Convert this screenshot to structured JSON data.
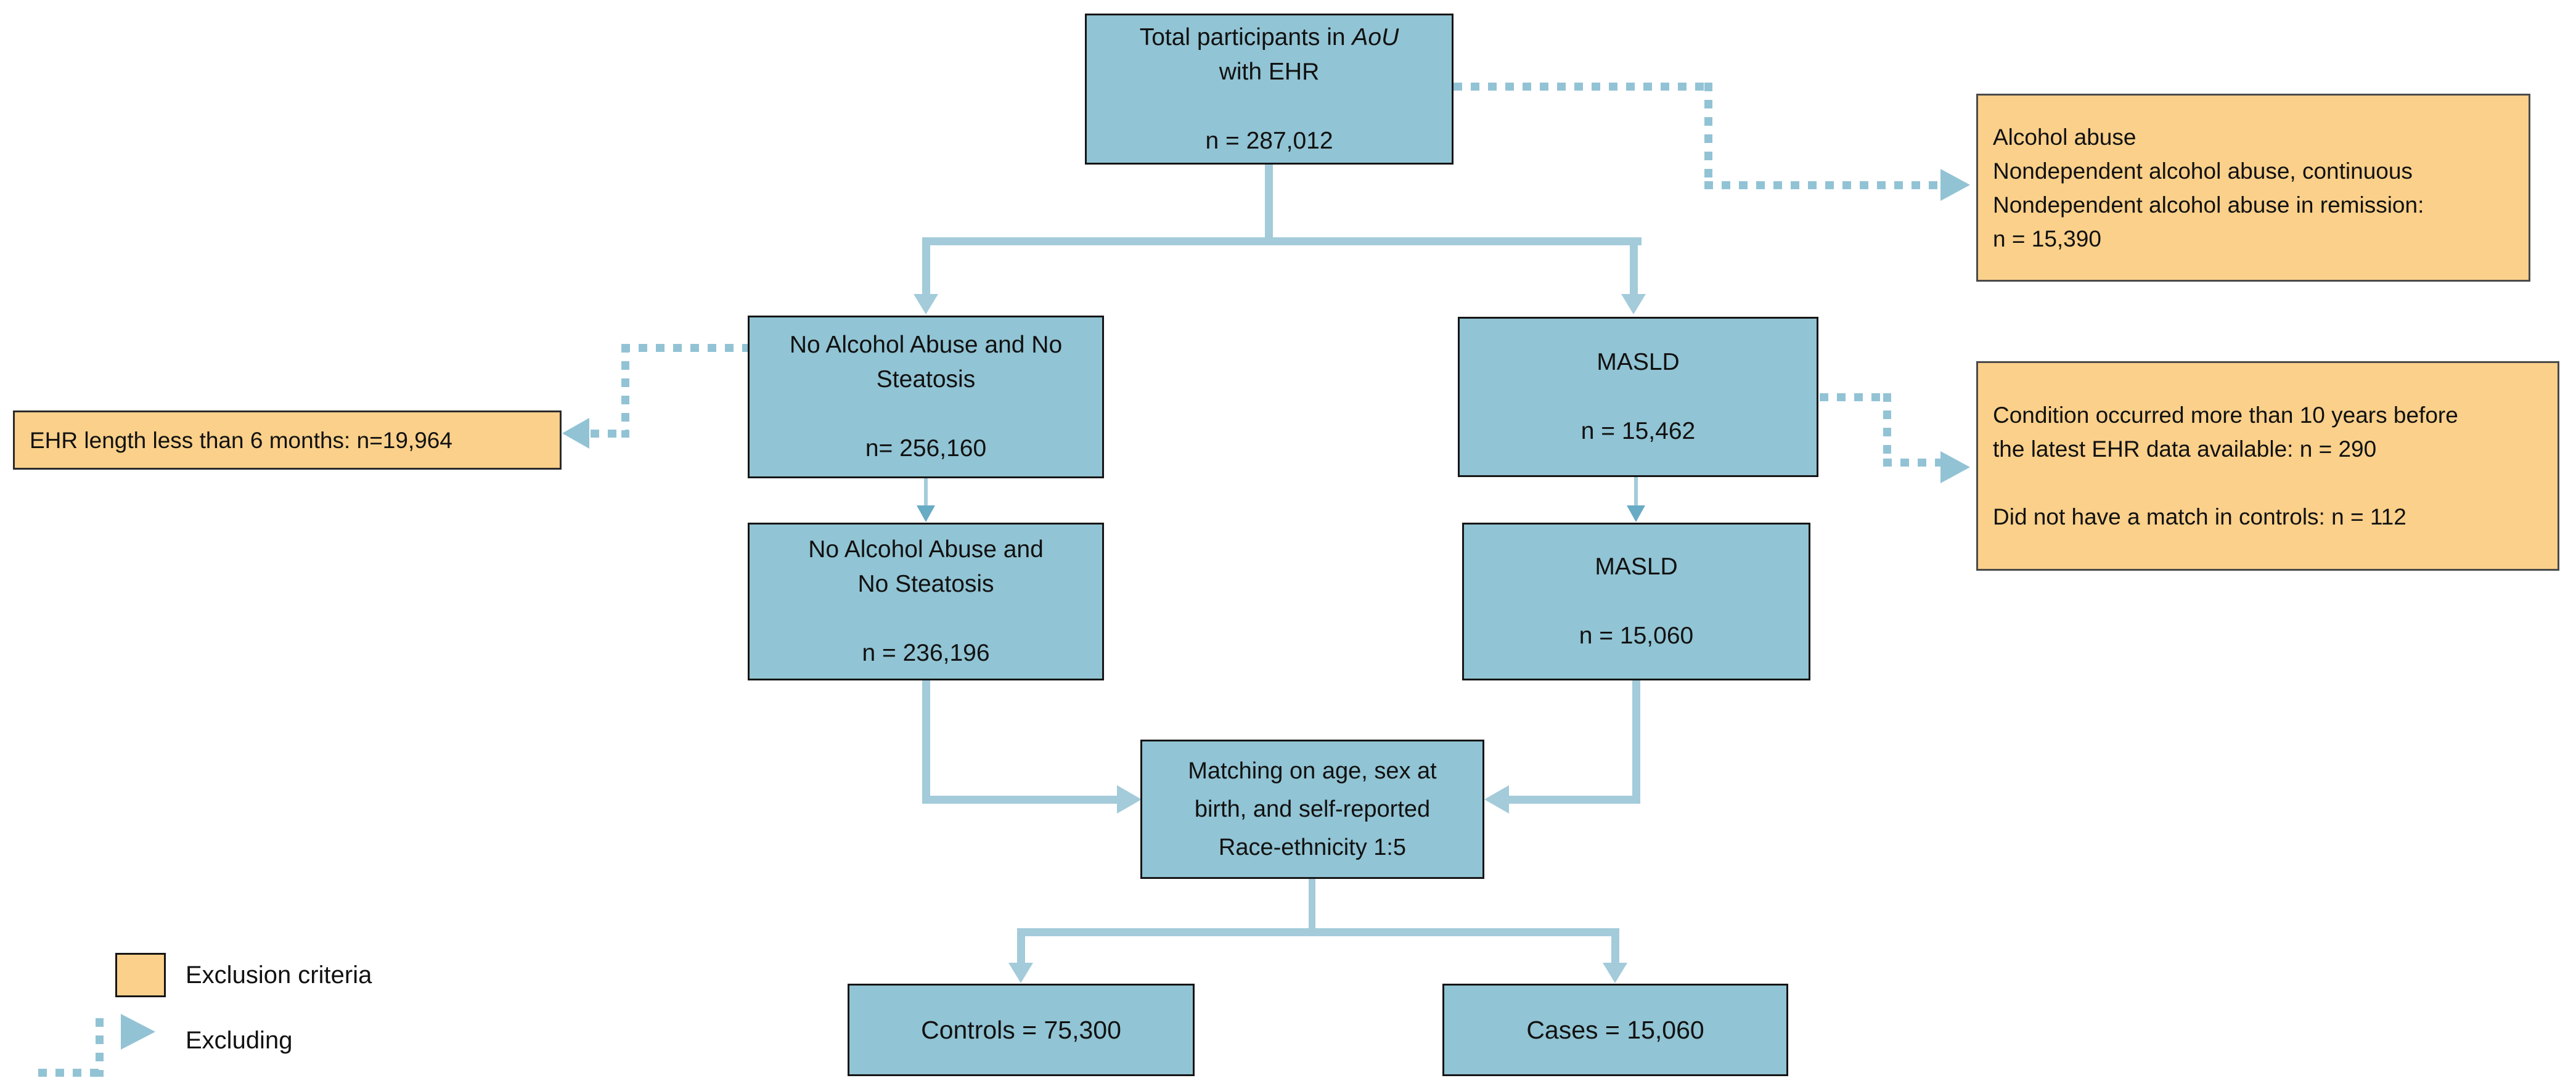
{
  "diagram": {
    "nodes": {
      "total": {
        "line1_prefix": "Total participants in ",
        "line1_italic": "AoU",
        "line2": "with EHR",
        "n": "n = 287,012"
      },
      "no_alcohol_1": {
        "line1": "No Alcohol Abuse and No",
        "line2": "Steatosis",
        "n": "n= 256,160"
      },
      "masld_1": {
        "label": "MASLD",
        "n": "n = 15,462"
      },
      "no_alcohol_2": {
        "line1": "No Alcohol Abuse and",
        "line2": "No Steatosis",
        "n": "n = 236,196"
      },
      "masld_2": {
        "label": "MASLD",
        "n": "n = 15,060"
      },
      "matching": {
        "line1": "Matching on age, sex at",
        "line2": "birth, and self-reported",
        "line3": "Race-ethnicity 1:5"
      },
      "controls": {
        "label": "Controls = 75,300"
      },
      "cases": {
        "label": "Cases = 15,060"
      }
    },
    "exclusions": {
      "alcohol": {
        "line1": "Alcohol abuse",
        "line2": "Nondependent alcohol abuse, continuous",
        "line3": "Nondependent alcohol abuse in remission:",
        "line4": "n = 15,390"
      },
      "ehr_length": {
        "label": "EHR length less than 6 months: n=19,964"
      },
      "masld_exclusion": {
        "para1": "Condition occurred more than 10 years before the latest EHR data available: n = 290",
        "para2": "Did not have a match in controls: n = 112"
      }
    },
    "legend": {
      "exclusion_label": "Exclusion criteria",
      "excluding_label": "Excluding"
    },
    "colors": {
      "node_fill": "#91c4d4",
      "exclusion_fill": "#fad08a",
      "connector": "#a3cbda",
      "dashed_connector": "#92c3d5",
      "small_arrowhead": "#68abc4"
    }
  }
}
